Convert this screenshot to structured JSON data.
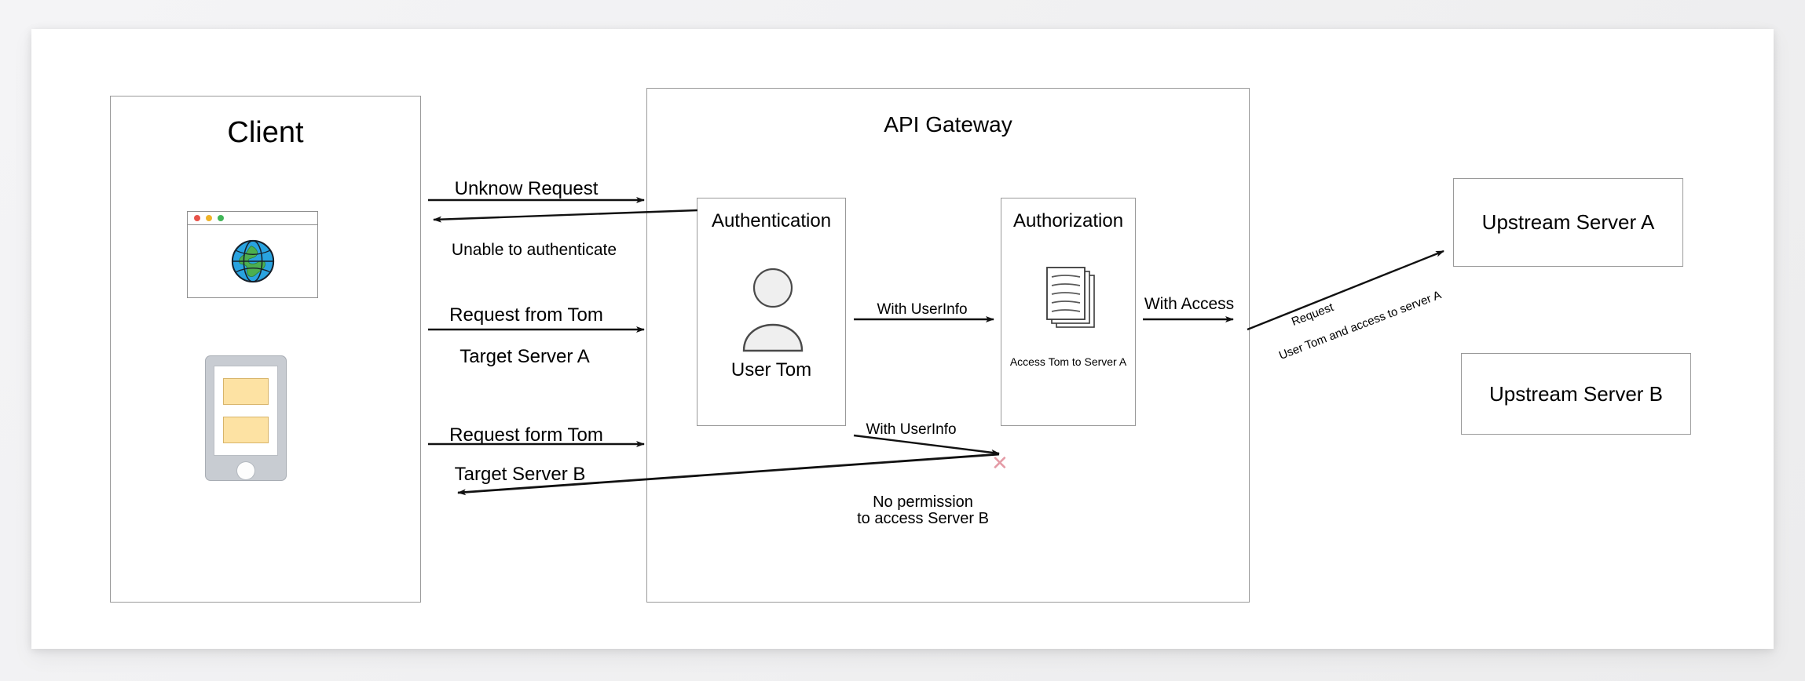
{
  "diagram": {
    "client": {
      "title": "Client",
      "icons": {
        "browser": "browser-window-icon",
        "globe": "globe-icon",
        "phone": "mobile-phone-icon"
      },
      "browser_dots": [
        "#e8534a",
        "#f0b429",
        "#41b658"
      ],
      "globe_colors": {
        "water": "#29a3e0",
        "land": "#4caf50",
        "outline": "#1a1a1a"
      },
      "phone_tile_color": "#fde2a3"
    },
    "gateway": {
      "title": "API Gateway",
      "authentication": {
        "title": "Authentication",
        "icon": "user-person-icon",
        "caption": "User Tom"
      },
      "authorization": {
        "title": "Authorization",
        "icon": "documents-stack-icon",
        "caption": "Access Tom to Server A"
      }
    },
    "upstreams": [
      {
        "label": "Upstream Server A"
      },
      {
        "label": "Upstream Server B"
      }
    ],
    "flows": {
      "unknown_request": "Unknow Request",
      "unable_to_authenticate": "Unable to authenticate",
      "request_from_tom": "Request from Tom",
      "target_server_a": "Target Server A",
      "request_form_tom": "Request form Tom",
      "target_server_b": "Target Server B",
      "with_userinfo_a": "With UserInfo",
      "with_userinfo_b": "With UserInfo",
      "with_access": "With Access",
      "request_diag": "Request",
      "user_tom_access": "User Tom and access to server A",
      "no_permission_line1": "No permission",
      "no_permission_line2": "to access Server B",
      "blocked_marker": "✕"
    },
    "colors": {
      "box_border": "#9a9a9a",
      "arrow": "#111111",
      "blocked": "#e49aa5",
      "page": "#ffffff",
      "backdrop": "#f2f2f4"
    }
  }
}
